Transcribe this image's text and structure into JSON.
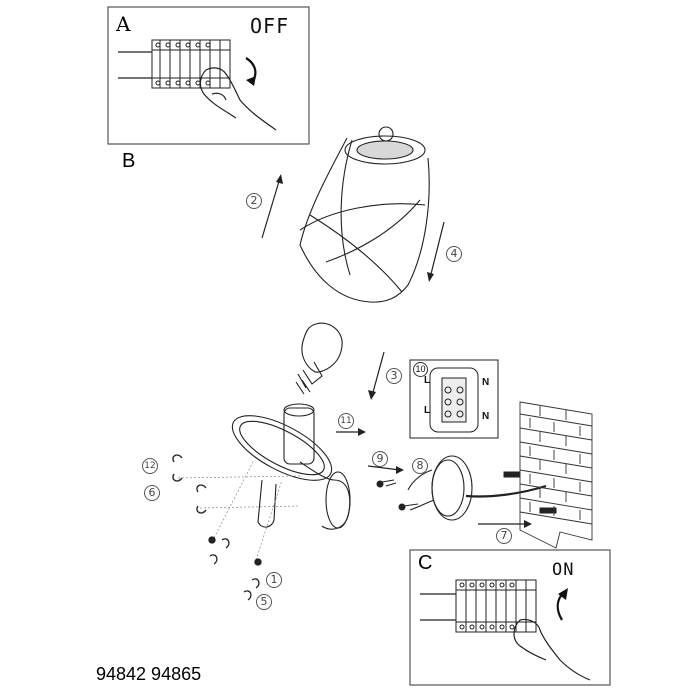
{
  "panel_a": {
    "letter": "A",
    "state": "OFF"
  },
  "section_b": {
    "letter": "B"
  },
  "panel_c": {
    "letter": "C",
    "state": "ON"
  },
  "wiring_labels": {
    "live_top": "L",
    "neutral_top": "N",
    "live_bottom": "L",
    "neutral_bottom": "N",
    "step": "10"
  },
  "steps": [
    "1",
    "2",
    "3",
    "4",
    "5",
    "6",
    "7",
    "8",
    "9",
    "11",
    "12"
  ],
  "model_numbers": "94842 94865"
}
